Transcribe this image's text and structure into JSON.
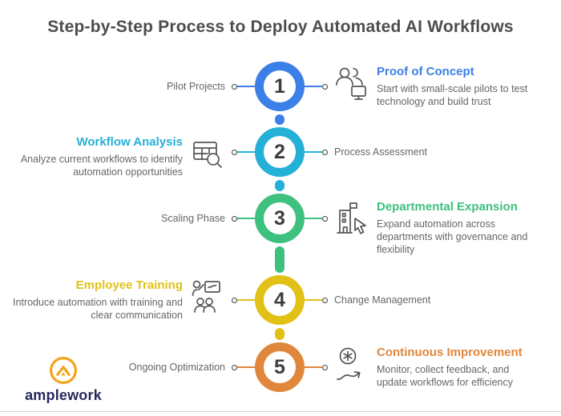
{
  "title": "Step-by-Step Process to Deploy Automated AI Workflows",
  "brand": {
    "name": "amplework",
    "logo_color": "#f4a41c"
  },
  "steps": [
    {
      "number": "1",
      "color": "#3c7fe6",
      "label": "Pilot Projects",
      "heading": "Proof of Concept",
      "description": "Start with small-scale pilots to test technology and build trust",
      "icon": "people-monitor-icon",
      "content_side": "right"
    },
    {
      "number": "2",
      "color": "#25b0d8",
      "label": "Process Assessment",
      "heading": "Workflow Analysis",
      "description": "Analyze current workflows to identify automation opportunities",
      "icon": "table-search-icon",
      "content_side": "left"
    },
    {
      "number": "3",
      "color": "#3ec07e",
      "label": "Scaling Phase",
      "heading": "Departmental Expansion",
      "description": "Expand automation across departments with governance and flexibility",
      "icon": "building-cursor-icon",
      "content_side": "right"
    },
    {
      "number": "4",
      "color": "#e1c116",
      "label": "Change Management",
      "heading": "Employee Training",
      "description": "Introduce automation with training and clear communication",
      "icon": "training-presentation-icon",
      "content_side": "left"
    },
    {
      "number": "5",
      "color": "#e0873c",
      "label": "Ongoing Optimization",
      "heading": "Continuous Improvement",
      "description": "Monitor, collect feedback, and update workflows for efficiency",
      "icon": "continuous-improvement-icon",
      "content_side": "right"
    }
  ]
}
